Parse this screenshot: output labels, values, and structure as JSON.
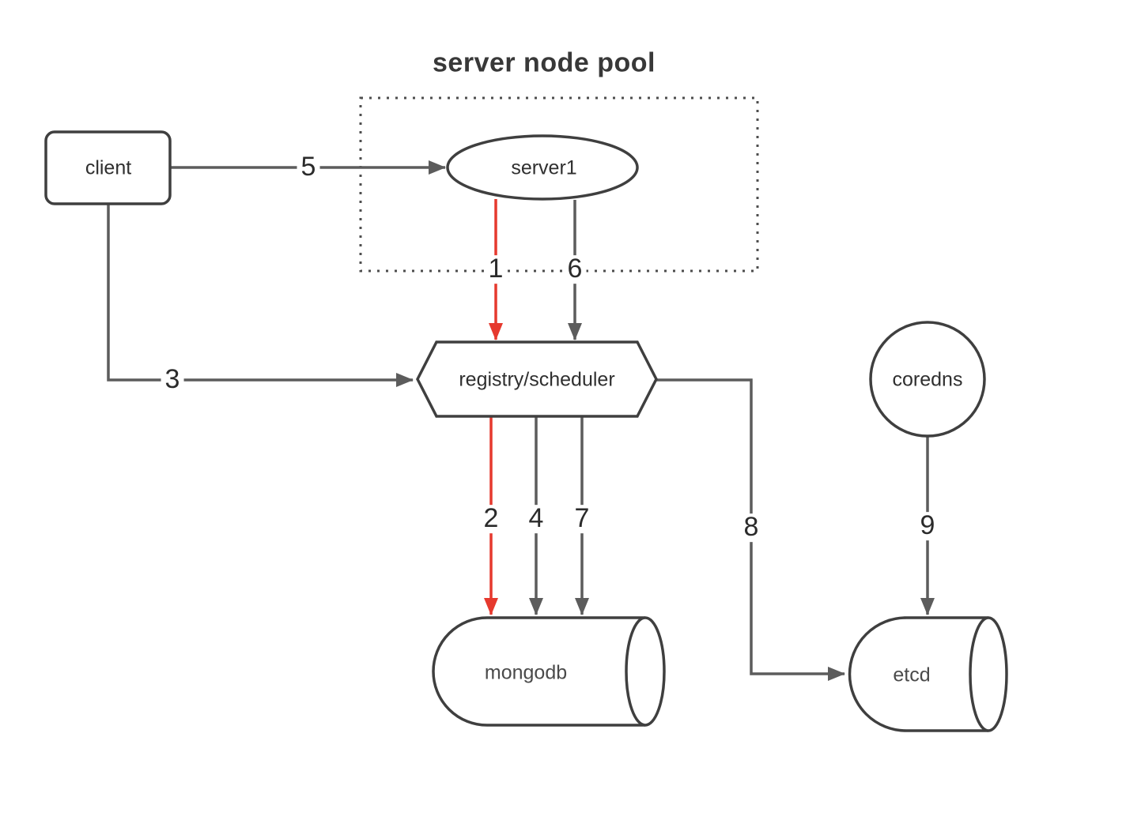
{
  "title": "server node pool",
  "colors": {
    "line_gray": "#5c5c5c",
    "line_red": "#e6392e",
    "node_border": "#3f3f3f",
    "group_border": "#4d4d4d",
    "text_dark": "#2f2f2f",
    "text_db": "#4a4a4a"
  },
  "group": {
    "label": "server node pool",
    "style": "dotted-rect",
    "contains": [
      "server1"
    ]
  },
  "nodes": {
    "client": {
      "label": "client",
      "shape": "rounded-rect"
    },
    "server1": {
      "label": "server1",
      "shape": "ellipse"
    },
    "registry": {
      "label": "registry/scheduler",
      "shape": "hexagon"
    },
    "coredns": {
      "label": "coredns",
      "shape": "circle"
    },
    "mongodb": {
      "label": "mongodb",
      "shape": "cylinder"
    },
    "etcd": {
      "label": "etcd",
      "shape": "cylinder"
    }
  },
  "edges": [
    {
      "label": "1",
      "from": "server1",
      "to": "registry",
      "color": "red"
    },
    {
      "label": "2",
      "from": "registry",
      "to": "mongodb",
      "color": "red"
    },
    {
      "label": "3",
      "from": "client",
      "to": "registry",
      "color": "gray"
    },
    {
      "label": "4",
      "from": "registry",
      "to": "mongodb",
      "color": "gray"
    },
    {
      "label": "5",
      "from": "client",
      "to": "server1",
      "color": "gray"
    },
    {
      "label": "6",
      "from": "server1",
      "to": "registry",
      "color": "gray"
    },
    {
      "label": "7",
      "from": "registry",
      "to": "mongodb",
      "color": "gray"
    },
    {
      "label": "8",
      "from": "registry",
      "to": "etcd",
      "color": "gray"
    },
    {
      "label": "9",
      "from": "coredns",
      "to": "etcd",
      "color": "gray"
    }
  ]
}
